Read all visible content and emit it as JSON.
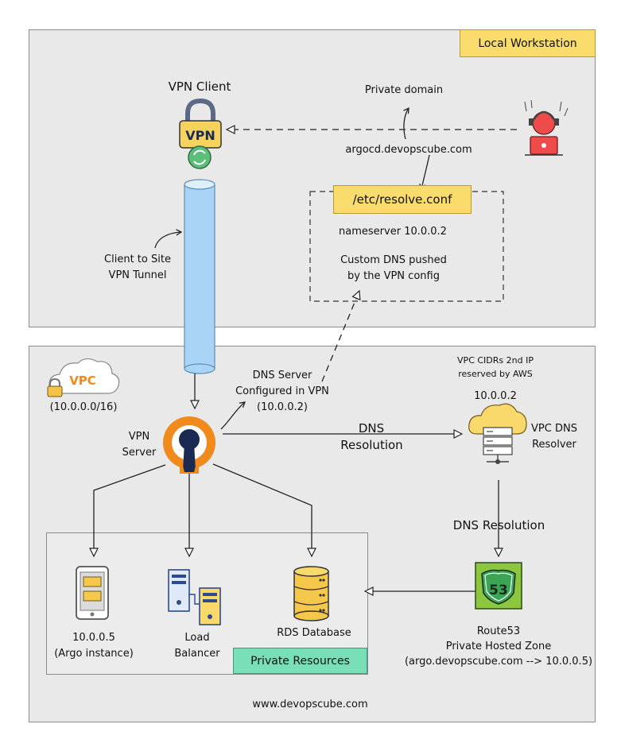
{
  "local": {
    "title": "Local Workstation",
    "vpn_client_label": "VPN Client",
    "vpn_badge": "VPN",
    "private_domain_label": "Private domain",
    "domain_name": "argocd.devopscube.com",
    "resolve_conf_title": "/etc/resolve.conf",
    "nameserver_line": "nameserver 10.0.0.2",
    "custom_dns_line1": "Custom DNS pushed",
    "custom_dns_line2": "by the VPN config",
    "tunnel_line1": "Client to Site",
    "tunnel_line2": "VPN Tunnel"
  },
  "vpc": {
    "badge": "VPC",
    "cidr": "(10.0.0.0/16)",
    "vpn_server_line1": "VPN",
    "vpn_server_line2": "Server",
    "dns_server_line1": "DNS Server",
    "dns_server_line2": "Configured in VPN",
    "dns_server_line3": "(10.0.0.2)",
    "dns_resolution_line1": "DNS",
    "dns_resolution_line2": "Resolution",
    "reserved_line1": "VPC CIDRs 2nd IP",
    "reserved_line2": "reserved by AWS",
    "reserved_ip": "10.0.0.2",
    "resolver_line1": "VPC DNS",
    "resolver_line2": "Resolver",
    "dns_resolution_vertical": "DNS Resolution",
    "route53_badge": "53",
    "route53_line1": "Route53",
    "route53_line2": "Private Hosted Zone",
    "route53_line3": "(argo.devopscube.com --> 10.0.0.5)",
    "private_resources_title": "Private Resources",
    "argo_line1": "10.0.0.5",
    "argo_line2": "(Argo instance)",
    "lb_line1": "Load",
    "lb_line2": "Balancer",
    "rds_label": "RDS Database"
  },
  "footer": "www.devopscube.com",
  "colors": {
    "panel_bg": "#e9e9e9",
    "yellow_tag": "#f9dc6c",
    "green_tag": "#79dfb6",
    "tunnel": "#a9d4f5",
    "openvpn_orange": "#f08a1c",
    "openvpn_navy": "#1b2a52",
    "route53_green": "#8cc63f",
    "database_yellow": "#f5c84c"
  }
}
